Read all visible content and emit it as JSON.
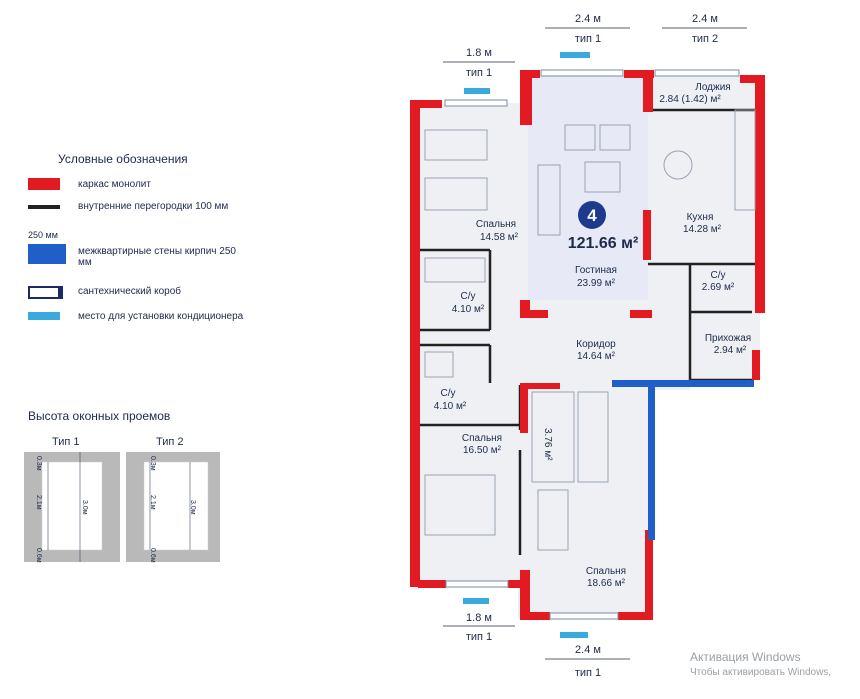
{
  "legend": {
    "title": "Условные обозначения",
    "items": [
      {
        "label": "каркас монолит",
        "color": "#e21b23"
      },
      {
        "label": "внутренние перегородки 100 мм",
        "color": "#222222"
      },
      {
        "label": "межквартирные стены кирпич 250 мм",
        "color": "#1f5fc7",
        "note": "250 мм"
      },
      {
        "label": "сантехнический короб",
        "color": "#1d2a6a"
      },
      {
        "label": "место для установки кондиционера",
        "color": "#3aa9dc"
      }
    ]
  },
  "window_heights": {
    "title": "Высота оконных проемов",
    "types": [
      {
        "label": "Тип 1",
        "top": "0.3м",
        "mid": "2.1м",
        "bottom": "0.6м",
        "total": "3.0м"
      },
      {
        "label": "Тип 2",
        "top": "0.3м",
        "mid": "2.1м",
        "bottom": "0.6м",
        "total": "3.0м"
      }
    ]
  },
  "apartment": {
    "rooms_count": "4",
    "total_area": "121.66 м²"
  },
  "rooms": [
    {
      "name": "Лоджия",
      "area": "2.84 (1.42) м²"
    },
    {
      "name": "Спальня",
      "area": "14.58 м²"
    },
    {
      "name": "Кухня",
      "area": "14.28 м²"
    },
    {
      "name": "Гостиная",
      "area": "23.99 м²"
    },
    {
      "name": "С/у",
      "area": "2.69 м²"
    },
    {
      "name": "С/у",
      "area": "4.10 м²"
    },
    {
      "name": "Прихожая",
      "area": "2.94 м²"
    },
    {
      "name": "Коридор",
      "area": "14.64 м²"
    },
    {
      "name": "С/у",
      "area": "4.10 м²"
    },
    {
      "name": "Спальня",
      "area": "16.50 м²"
    },
    {
      "name": "",
      "area": "3.76 м²"
    },
    {
      "name": "Спальня",
      "area": "18.66 м²"
    }
  ],
  "windows": [
    {
      "width": "2.4 м",
      "type": "тип 1"
    },
    {
      "width": "2.4 м",
      "type": "тип 2"
    },
    {
      "width": "1.8 м",
      "type": "тип 1"
    },
    {
      "width": "1.8 м",
      "type": "тип 1"
    },
    {
      "width": "2.4 м",
      "type": "тип 1"
    }
  ],
  "watermark": {
    "line1": "Активация Windows",
    "line2": "Чтобы активировать Windows,"
  }
}
